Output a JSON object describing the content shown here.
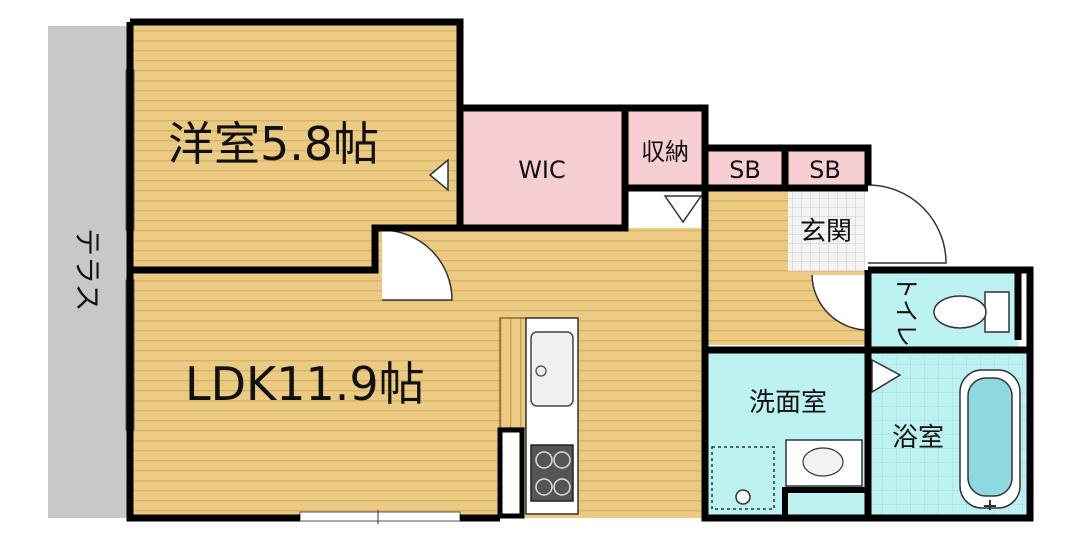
{
  "rooms": {
    "western": {
      "name": "洋室",
      "size": "5.8帖"
    },
    "ldk": {
      "name": "LDK",
      "size": "11.9帖"
    },
    "wic": "WIC",
    "storage": "収納",
    "sb1": "SB",
    "sb2": "SB",
    "entrance": "玄関",
    "toilet": "トイレ",
    "washroom": "洗面室",
    "bathroom": "浴室",
    "terrace": "テラス"
  },
  "colors": {
    "floor_wood": "#ebcb84",
    "floor_stripe": "#d9b363",
    "closet_pink": "#f7cfd3",
    "wet_area": "#bdf2f2",
    "terrace_gray": "#c8c8c8",
    "wall": "#000000"
  }
}
